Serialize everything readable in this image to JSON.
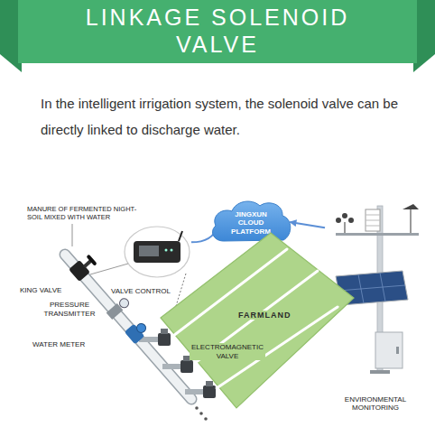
{
  "diagram": {
    "title": "LINKAGE SOLENOID VALVE",
    "nodes": [
      {
        "text": [
          "JINGXUN CLOUD PLATFORM"
        ]
      },
      {
        "text": [
          "VALVE CONTROL"
        ]
      },
      {
        "text": [
          "FARMLAND"
        ]
      },
      {
        "text": [
          "ENVIRONMENTAL MONITORING"
        ]
      }
    ],
    "edges": [
      {
        "from": 1,
        "to": 0,
        "arrow": "to"
      },
      {
        "from": 3,
        "to": 0,
        "arrow": "to"
      }
    ],
    "labels": [
      "In the intelligent irrigation system, the solenoid valve can be directly linked to discharge water.",
      "MANURE OF FERMENTED NIGHT-SOIL MIXED WITH WATER",
      "KING VALVE",
      "PRESSURE TRANSMITTER",
      "ELECTROMAGNETIC VALVE",
      "WATER METER"
    ]
  }
}
